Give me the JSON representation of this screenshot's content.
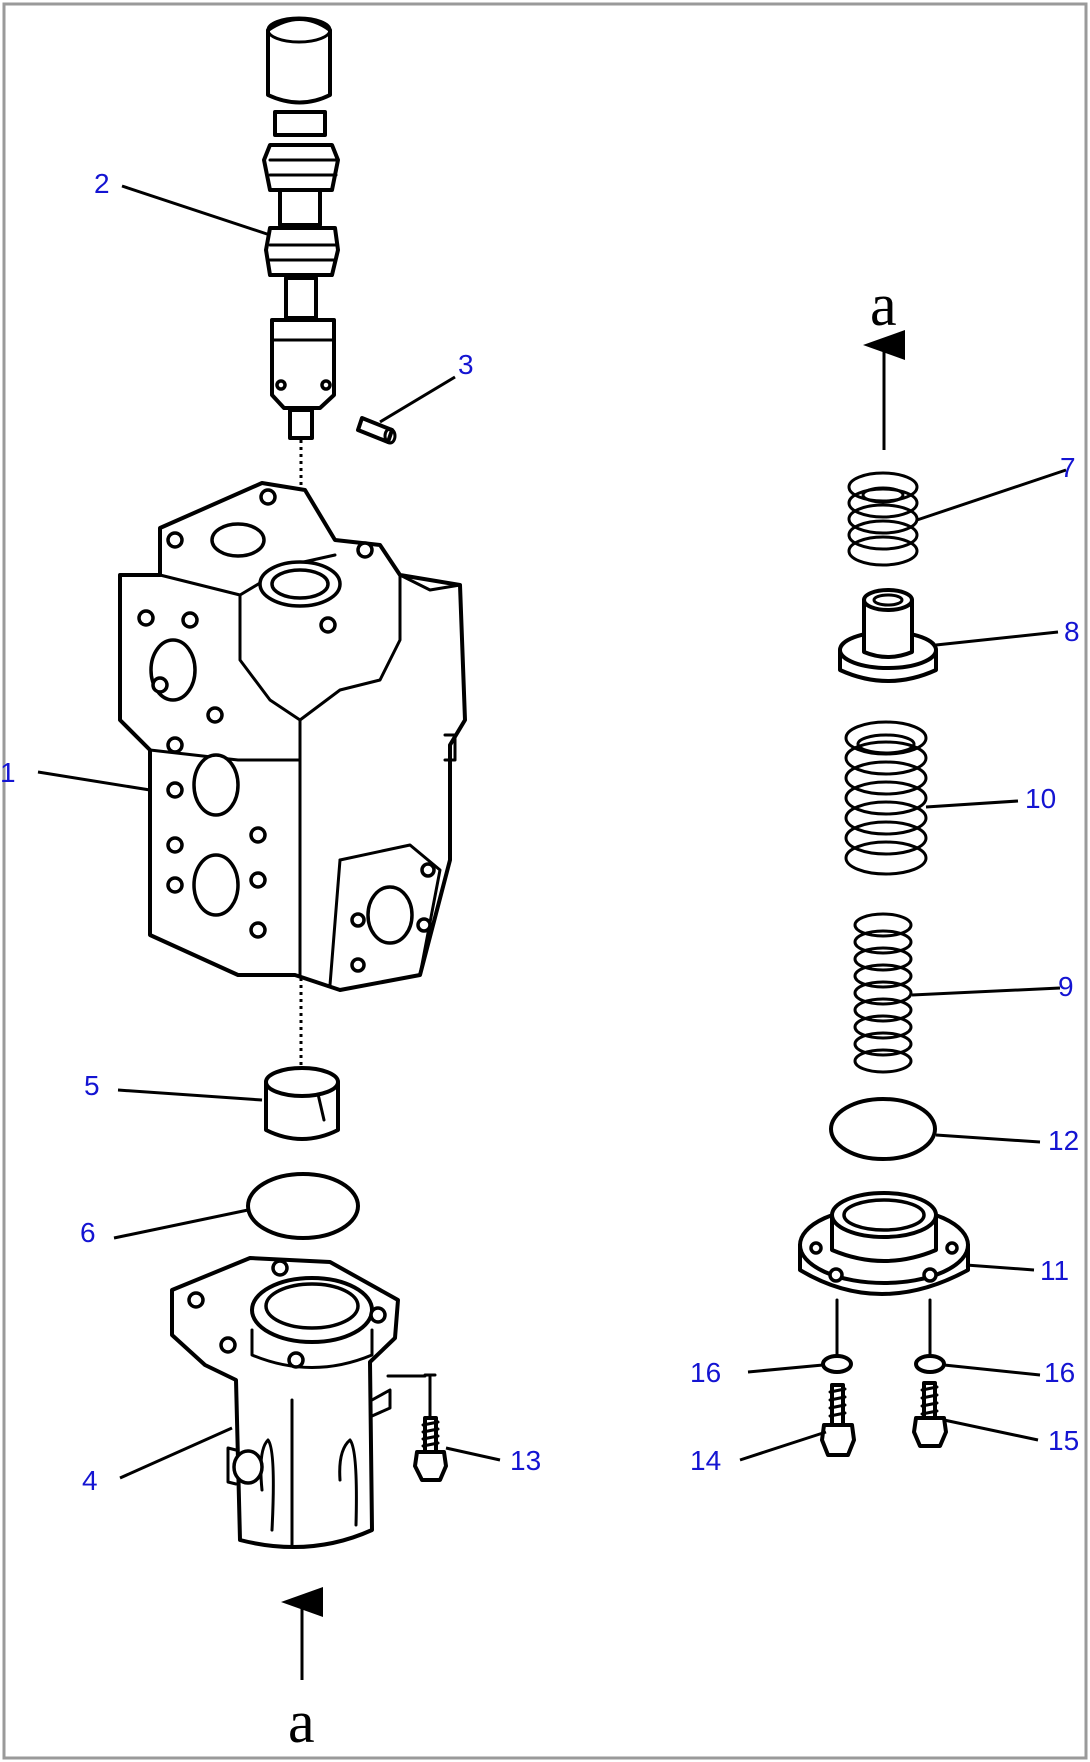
{
  "diagram": {
    "callouts": {
      "c1": "1",
      "c2": "2",
      "c3": "3",
      "c4": "4",
      "c5": "5",
      "c6": "6",
      "c7": "7",
      "c8": "8",
      "c9": "9",
      "c10": "10",
      "c11": "11",
      "c12": "12",
      "c13": "13",
      "c14": "14",
      "c15": "15",
      "c16a": "16",
      "c16b": "16"
    },
    "reference_marks": {
      "top_right": "a",
      "bottom_left": "a"
    }
  }
}
